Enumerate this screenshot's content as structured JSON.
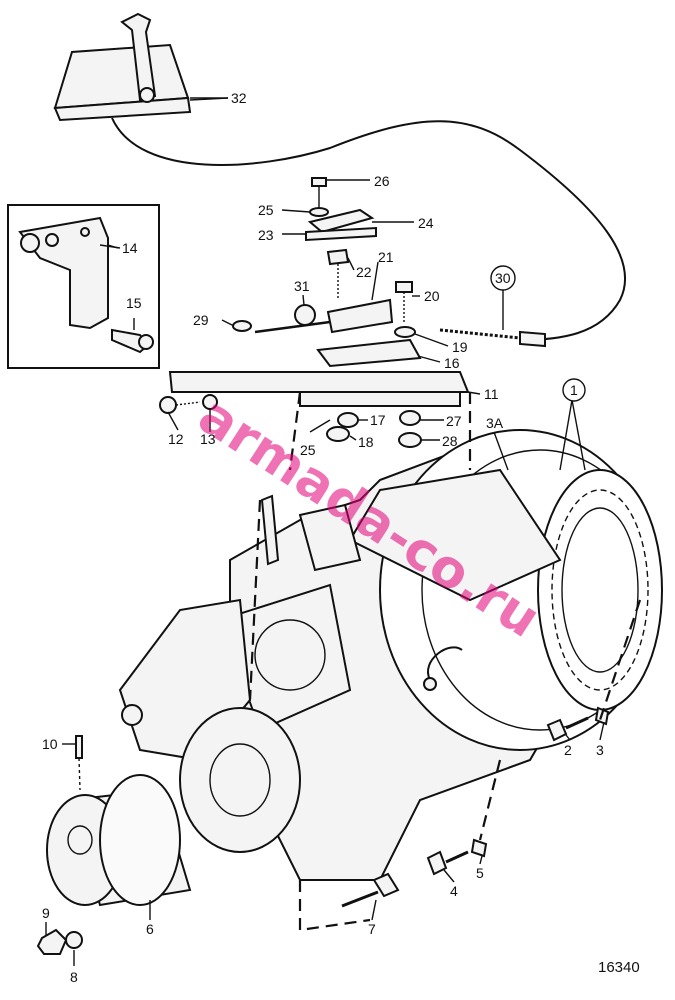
{
  "diagram": {
    "drawing_number": "16340",
    "watermark": "armada-co.ru",
    "callouts": [
      "32",
      "26",
      "25",
      "24",
      "23",
      "22",
      "21",
      "31",
      "20",
      "29",
      "30",
      "19",
      "16",
      "11",
      "14",
      "15",
      "12",
      "13",
      "17",
      "18",
      "25",
      "27",
      "28",
      "3A",
      "1",
      "2",
      "3",
      "10",
      "4",
      "5",
      "6",
      "7",
      "9",
      "8"
    ]
  }
}
